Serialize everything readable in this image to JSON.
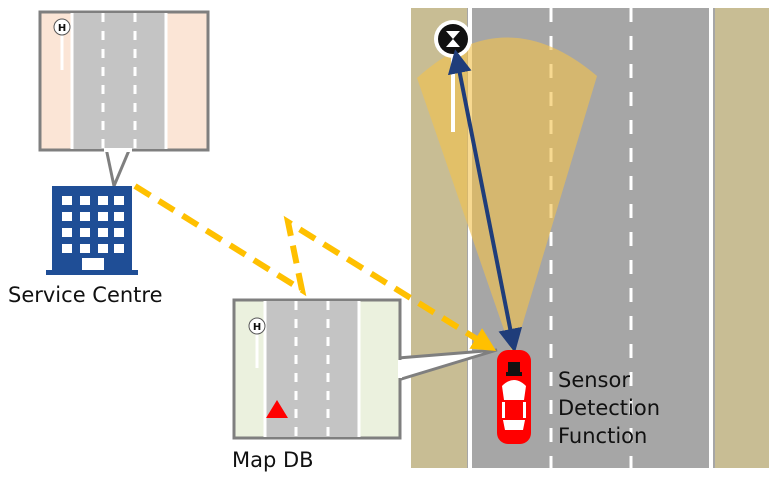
{
  "labels": {
    "service_centre": "Service Centre",
    "map_db": "Map DB",
    "sensor_line1": "Sensor",
    "sensor_line2": "Detection",
    "sensor_line3": "Function"
  },
  "sign_glyph": "H",
  "colors": {
    "road": "#a6a6a6",
    "road_light": "#c4c4c4",
    "shoulder": "#c8bd94",
    "callout_shoulder_pink": "#fbe5d6",
    "callout_shoulder_green": "#ebf1de",
    "sensor_cone": "#f2c14e",
    "arrow_dark_blue": "#1f3d7a",
    "comm_link": "#ffc000",
    "car": "#ff0000",
    "building": "#1f4e96",
    "triangle": "#ff0000"
  }
}
